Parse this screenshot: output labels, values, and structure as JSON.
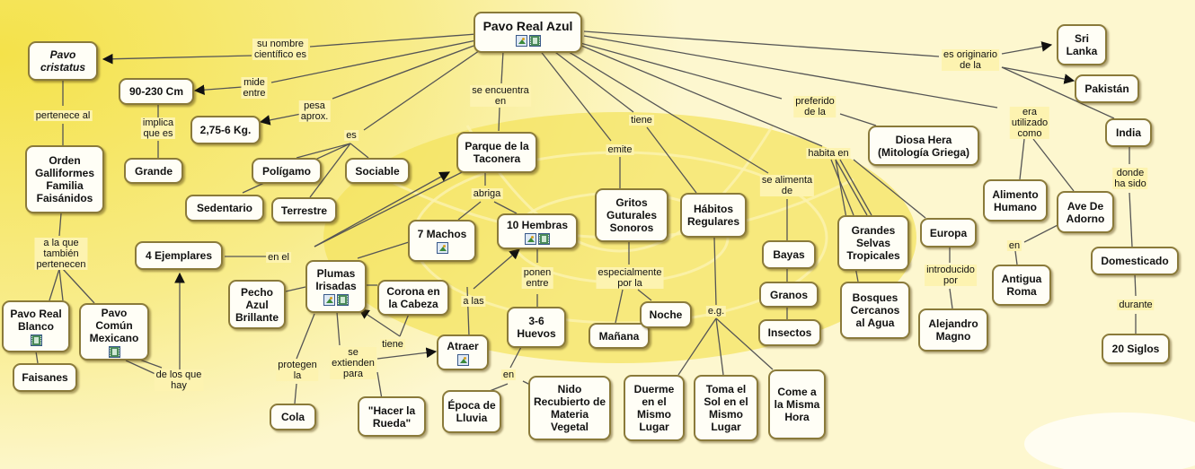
{
  "colors": {
    "background": "#f9ec86",
    "node_border": "#8a7a3a",
    "node_fill": "#fffef6",
    "edge": "#555555"
  },
  "icons": [
    "image-icon",
    "film-icon"
  ],
  "nodes": {
    "pavo_real_azul": "Pavo Real Azul",
    "pavo_cristatus": "Pavo cristatus",
    "size_range": "90-230 Cm",
    "weight": "2,75-6 Kg.",
    "grande": "Grande",
    "orden": "Orden Galliformes Familia Faisánidos",
    "poligamo": "Polígamo",
    "sociable": "Sociable",
    "sedentario": "Sedentario",
    "terrestre": "Terrestre",
    "parque": "Parque de la Taconera",
    "siete_machos": "7 Machos",
    "diez_hembras": "10 Hembras",
    "cuatro_ejemplares": "4 Ejemplares",
    "plumas": "Plumas Irisadas",
    "pecho": "Pecho Azul Brillante",
    "corona": "Corona en la Cabeza",
    "cola": "Cola",
    "hacer_rueda": "\"Hacer la Rueda\"",
    "atraer": "Atraer",
    "huevos": "3-6 Huevos",
    "epoca_lluvia": "Época de Lluvia",
    "nido": "Nido Recubierto de Materia Vegetal",
    "gritos": "Gritos Guturales Sonoros",
    "manana": "Mañana",
    "noche": "Noche",
    "habitos": "Hábitos Regulares",
    "duerme": "Duerme en el Mismo Lugar",
    "toma_sol": "Toma el Sol en el Mismo Lugar",
    "come": "Come a la Misma Hora",
    "bayas": "Bayas",
    "granos": "Granos",
    "insectos": "Insectos",
    "diosa_hera": "Diosa Hera (Mitología Griega)",
    "grandes_selvas": "Grandes Selvas Tropicales",
    "bosques": "Bosques Cercanos al Agua",
    "europa": "Europa",
    "alejandro": "Alejandro Magno",
    "alimento": "Alimento Humano",
    "ave_adorno": "Ave De Adorno",
    "antigua_roma": "Antigua Roma",
    "sri_lanka": "Sri Lanka",
    "pakistan": "Pakistán",
    "india": "India",
    "domesticado": "Domesticado",
    "veinte_siglos": "20 Siglos",
    "pavo_blanco": "Pavo Real Blanco",
    "pavo_mexicano": "Pavo Común Mexicano",
    "faisanes": "Faisanes"
  },
  "links": {
    "su_nombre": "su nombre\ncientífico es",
    "mide_entre": "mide\nentre",
    "pesa": "pesa\naprox.",
    "implica": "implica\nque es",
    "pertenece": "pertenece al",
    "es": "es",
    "se_encuentra": "se encuentra\nen",
    "abriga": "abriga",
    "en_el": "en el",
    "a_las": "a las",
    "ponen_entre": "ponen\nentre",
    "en_epoca": "en",
    "tiene_plumas": "tiene",
    "protegen": "protegen\nla",
    "se_extienden": "se\nextienden\npara",
    "emite": "emite",
    "especialmente": "especialmente\npor la",
    "tiene": "tiene",
    "eg": "e.g.",
    "se_alimenta": "se alimenta\nde",
    "preferido": "preferido\nde la",
    "habita": "habita en",
    "introducido": "introducido\npor",
    "era_utilizado": "era\nutilizado\ncomo",
    "en_roma": "en",
    "originario": "es originario\nde la",
    "donde": "donde\nha sido",
    "durante": "durante",
    "a_la_que": "a la que\ntambién\npertenecen",
    "de_los_que": "de los que\nhay"
  }
}
